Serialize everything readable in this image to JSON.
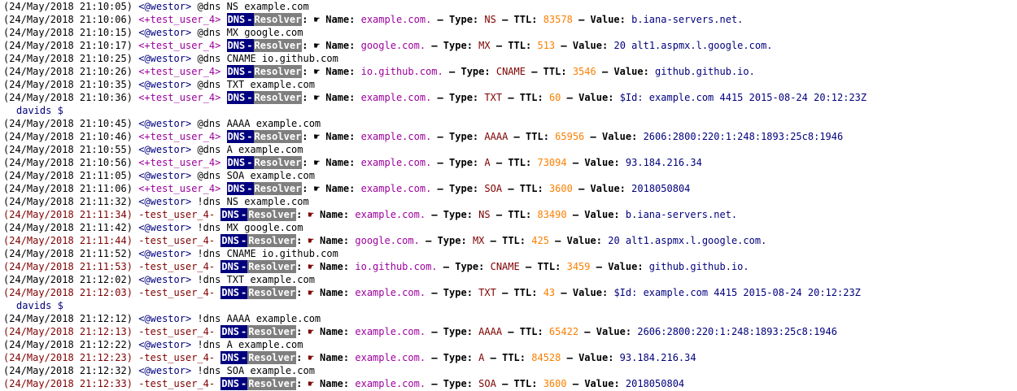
{
  "log": {
    "lines": [
      {
        "kind": "cmd",
        "ts": "(24/May/2018 21:10:05)",
        "nick": "<@westor>",
        "text": " @dns NS example.com"
      },
      {
        "kind": "reply",
        "ts": "(24/May/2018 21:10:06)",
        "nick": "<+test_user_4>",
        "name": "example.com.",
        "type": "NS",
        "ttl": "83578",
        "value": "b.iana-servers.net."
      },
      {
        "kind": "cmd",
        "ts": "(24/May/2018 21:10:15)",
        "nick": "<@westor>",
        "text": " @dns MX google.com"
      },
      {
        "kind": "reply",
        "ts": "(24/May/2018 21:10:17)",
        "nick": "<+test_user_4>",
        "name": "google.com.",
        "type": "MX",
        "ttl": "513",
        "value": "20 alt1.aspmx.l.google.com."
      },
      {
        "kind": "cmd",
        "ts": "(24/May/2018 21:10:25)",
        "nick": "<@westor>",
        "text": " @dns CNAME io.github.com"
      },
      {
        "kind": "reply",
        "ts": "(24/May/2018 21:10:26)",
        "nick": "<+test_user_4>",
        "name": "io.github.com.",
        "type": "CNAME",
        "ttl": "3546",
        "value": "github.github.io."
      },
      {
        "kind": "cmd",
        "ts": "(24/May/2018 21:10:35)",
        "nick": "<@westor>",
        "text": " @dns TXT example.com"
      },
      {
        "kind": "reply",
        "ts": "(24/May/2018 21:10:36)",
        "nick": "<+test_user_4>",
        "name": "example.com.",
        "type": "TXT",
        "ttl": "60",
        "value": "$Id: example.com 4415 2015-08-24 20:12:23Z"
      },
      {
        "kind": "wrap",
        "color": "navy",
        "text": "davids $"
      },
      {
        "kind": "cmd",
        "ts": "(24/May/2018 21:10:45)",
        "nick": "<@westor>",
        "text": " @dns AAAA example.com"
      },
      {
        "kind": "reply",
        "ts": "(24/May/2018 21:10:46)",
        "nick": "<+test_user_4>",
        "name": "example.com.",
        "type": "AAAA",
        "ttl": "65956",
        "value": "2606:2800:220:1:248:1893:25c8:1946"
      },
      {
        "kind": "cmd",
        "ts": "(24/May/2018 21:10:55)",
        "nick": "<@westor>",
        "text": " @dns A example.com"
      },
      {
        "kind": "reply",
        "ts": "(24/May/2018 21:10:56)",
        "nick": "<+test_user_4>",
        "name": "example.com.",
        "type": "A",
        "ttl": "73094",
        "value": "93.184.216.34"
      },
      {
        "kind": "cmd",
        "ts": "(24/May/2018 21:11:05)",
        "nick": "<@westor>",
        "text": " @dns SOA example.com"
      },
      {
        "kind": "reply",
        "ts": "(24/May/2018 21:11:06)",
        "nick": "<+test_user_4>",
        "name": "example.com.",
        "type": "SOA",
        "ttl": "3600",
        "value": "2018050804"
      },
      {
        "kind": "cmd",
        "ts": "(24/May/2018 21:11:32)",
        "nick": "<@westor>",
        "text": " !dns NS example.com"
      },
      {
        "kind": "notice",
        "ts": "(24/May/2018 21:11:34)",
        "nick": "-test_user_4-",
        "name": "example.com.",
        "type": "NS",
        "ttl": "83490",
        "value": "b.iana-servers.net."
      },
      {
        "kind": "cmd",
        "ts": "(24/May/2018 21:11:42)",
        "nick": "<@westor>",
        "text": " !dns MX google.com"
      },
      {
        "kind": "notice",
        "ts": "(24/May/2018 21:11:44)",
        "nick": "-test_user_4-",
        "name": "google.com.",
        "type": "MX",
        "ttl": "425",
        "value": "20 alt1.aspmx.l.google.com."
      },
      {
        "kind": "cmd",
        "ts": "(24/May/2018 21:11:52)",
        "nick": "<@westor>",
        "text": " !dns CNAME io.github.com"
      },
      {
        "kind": "notice",
        "ts": "(24/May/2018 21:11:53)",
        "nick": "-test_user_4-",
        "name": "io.github.com.",
        "type": "CNAME",
        "ttl": "3459",
        "value": "github.github.io."
      },
      {
        "kind": "cmd",
        "ts": "(24/May/2018 21:12:02)",
        "nick": "<@westor>",
        "text": " !dns TXT example.com"
      },
      {
        "kind": "notice",
        "ts": "(24/May/2018 21:12:03)",
        "nick": "-test_user_4-",
        "name": "example.com.",
        "type": "TXT",
        "ttl": "43",
        "value": "$Id: example.com 4415 2015-08-24 20:12:23Z"
      },
      {
        "kind": "wrap",
        "color": "navy",
        "text": "davids $"
      },
      {
        "kind": "cmd",
        "ts": "(24/May/2018 21:12:12)",
        "nick": "<@westor>",
        "text": " !dns AAAA example.com"
      },
      {
        "kind": "notice",
        "ts": "(24/May/2018 21:12:13)",
        "nick": "-test_user_4-",
        "name": "example.com.",
        "type": "AAAA",
        "ttl": "65422",
        "value": "2606:2800:220:1:248:1893:25c8:1946"
      },
      {
        "kind": "cmd",
        "ts": "(24/May/2018 21:12:22)",
        "nick": "<@westor>",
        "text": " !dns A example.com"
      },
      {
        "kind": "notice",
        "ts": "(24/May/2018 21:12:23)",
        "nick": "-test_user_4-",
        "name": "example.com.",
        "type": "A",
        "ttl": "84528",
        "value": "93.184.216.34"
      },
      {
        "kind": "cmd",
        "ts": "(24/May/2018 21:12:32)",
        "nick": "<@westor>",
        "text": " !dns SOA example.com"
      },
      {
        "kind": "notice",
        "ts": "(24/May/2018 21:12:33)",
        "nick": "-test_user_4-",
        "name": "example.com.",
        "type": "SOA",
        "ttl": "3600",
        "value": "2018050804"
      }
    ]
  },
  "labels": {
    "resolver_dns": "DNS",
    "resolver_dash": "-",
    "resolver_res": "Resolver",
    "colon": ":",
    "pointer": "☛",
    "name": "Name",
    "type": "Type",
    "ttl": "TTL",
    "value": "Value",
    "sep": "–"
  },
  "colors": {
    "navy": "#00007f",
    "purple": "#9c009c",
    "maroon": "#7f0000",
    "orange": "#fc7f00",
    "gray": "#7f7f7f"
  },
  "icons": {
    "pointer": "pointing-hand-icon"
  }
}
